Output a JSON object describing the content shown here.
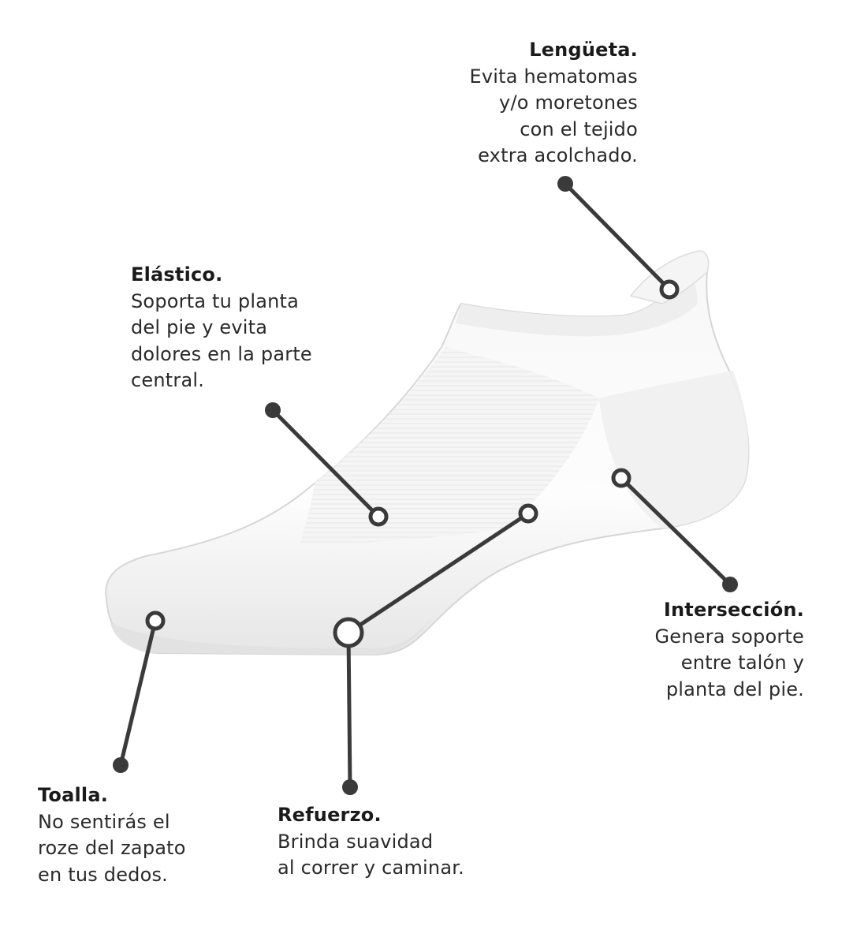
{
  "callouts": {
    "lengueta": {
      "title": "Lengüeta.",
      "lines": [
        "Evita hematomas",
        "y/o moretones",
        "con el tejido",
        "extra acolchado."
      ]
    },
    "elastico": {
      "title": "Elástico.",
      "lines": [
        "Soporta tu planta",
        "del pie y evita",
        "dolores en la parte",
        "central."
      ]
    },
    "interseccion": {
      "title": "Intersección.",
      "lines": [
        "Genera soporte",
        "entre talón y",
        "planta del pie."
      ]
    },
    "toalla": {
      "title": "Toalla.",
      "lines": [
        "No sentirás el",
        "roze del zapato",
        "en tus dedos."
      ]
    },
    "refuerzo": {
      "title": "Refuerzo.",
      "lines": [
        "Brinda suavidad",
        "al correr y caminar."
      ]
    }
  },
  "colors": {
    "leader_line": "#3a3a3a",
    "sock_fill": "#ffffff",
    "sock_shade": "#ececec",
    "sock_outline": "#d6d6d6"
  }
}
